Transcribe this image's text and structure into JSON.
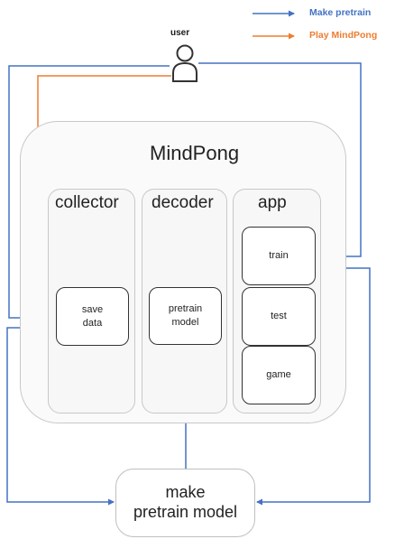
{
  "legend": {
    "blue_label": "Make pretrain",
    "orange_label": "Play MindPong",
    "blue_color": "#4472c4",
    "orange_color": "#ed7d31"
  },
  "user": {
    "label": "user",
    "icon": "user-icon"
  },
  "system": {
    "title": "MindPong",
    "columns": {
      "collector": {
        "title": "collector"
      },
      "decoder": {
        "title": "decoder"
      },
      "app": {
        "title": "app"
      }
    }
  },
  "nodes": {
    "save_data": "save\ndata",
    "pretrain_model": "pretrain\nmodel",
    "train": "train",
    "test": "test",
    "game": "game",
    "make_pretrain_model": "make\npretrain model"
  }
}
